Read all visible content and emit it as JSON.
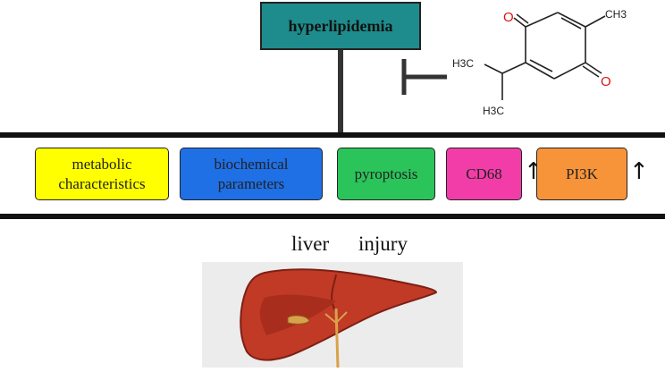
{
  "title": "hyperlipidemia",
  "molecule": {
    "substituents": [
      "CH3",
      "H3C",
      "H3C"
    ],
    "atoms": [
      "O",
      "O"
    ]
  },
  "boxes": [
    {
      "label": "metabolic characteristics",
      "color": "#ffff00"
    },
    {
      "label": "biochemical parameters",
      "color": "#1f6fe5"
    },
    {
      "label": "pyroptosis",
      "color": "#2bc45a"
    },
    {
      "label": "CD68",
      "color": "#f23da8"
    },
    {
      "label": "PI3K",
      "color": "#f7943a"
    }
  ],
  "arrows": [
    "↑",
    "↑"
  ],
  "caption": {
    "word1": "liver",
    "word2": "injury"
  },
  "icons": [
    "inhibition-icon",
    "up-arrow-icon",
    "liver-icon"
  ]
}
